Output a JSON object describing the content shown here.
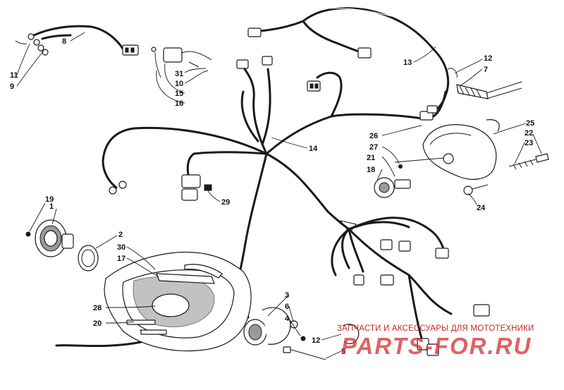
{
  "callouts": [
    {
      "id": "c1",
      "text": "1"
    },
    {
      "id": "c2",
      "text": "2"
    },
    {
      "id": "c3",
      "text": "3"
    },
    {
      "id": "c4",
      "text": "4"
    },
    {
      "id": "c5",
      "text": "5"
    },
    {
      "id": "c6",
      "text": "6"
    },
    {
      "id": "c7",
      "text": "7"
    },
    {
      "id": "c8",
      "text": "8"
    },
    {
      "id": "c9",
      "text": "9"
    },
    {
      "id": "c10",
      "text": "10"
    },
    {
      "id": "c11",
      "text": "11"
    },
    {
      "id": "c12a",
      "text": "12"
    },
    {
      "id": "c12b",
      "text": "12"
    },
    {
      "id": "c13",
      "text": "13"
    },
    {
      "id": "c14",
      "text": "14"
    },
    {
      "id": "c15",
      "text": "15"
    },
    {
      "id": "c16",
      "text": "16"
    },
    {
      "id": "c17",
      "text": "17"
    },
    {
      "id": "c18",
      "text": "18"
    },
    {
      "id": "c19",
      "text": "19"
    },
    {
      "id": "c20",
      "text": "20"
    },
    {
      "id": "c21",
      "text": "21"
    },
    {
      "id": "c22",
      "text": "22"
    },
    {
      "id": "c23",
      "text": "23"
    },
    {
      "id": "c24",
      "text": "24"
    },
    {
      "id": "c25",
      "text": "25"
    },
    {
      "id": "c26",
      "text": "26"
    },
    {
      "id": "c27",
      "text": "27"
    },
    {
      "id": "c28",
      "text": "28"
    },
    {
      "id": "c29",
      "text": "29"
    },
    {
      "id": "c30",
      "text": "30"
    },
    {
      "id": "c31",
      "text": "31"
    }
  ],
  "watermark": {
    "tagline": "ЗАПЧАСТИ И АКСЕССУАРЫ ДЛЯ МОТОТЕХНИКИ",
    "brand": "PARTS-FOR.RU"
  },
  "colors": {
    "line": "#1a1a1a",
    "watermark": "#d32f2f"
  }
}
